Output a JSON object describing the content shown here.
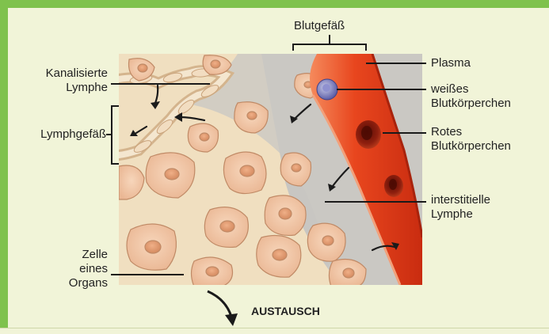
{
  "labels": {
    "blutgefaess": "Blutgefäß",
    "kanalisierte_lymphe": [
      "Kanalisierte",
      "Lymphe"
    ],
    "lymphgefaess": "Lymphgefäß",
    "zelle": [
      "Zelle",
      "eines",
      "Organs"
    ],
    "plasma": "Plasma",
    "weisses": [
      "weißes",
      "Blutkörperchen"
    ],
    "rotes": [
      "Rotes",
      "Blutkörperchen"
    ],
    "interstitielle": [
      "interstitielle",
      "Lymphe"
    ],
    "austausch": "AUSTAUSCH"
  },
  "colors": {
    "frame": "#7fc24d",
    "background": "#f1f4d8",
    "tissue": "#f0dfc0",
    "interstitial": "#c8c6c2",
    "cell": "#f3c9a8",
    "vessel": "#e5401c",
    "red_cell": "#8e1f0e",
    "white_cell": "#6d6fb8"
  }
}
